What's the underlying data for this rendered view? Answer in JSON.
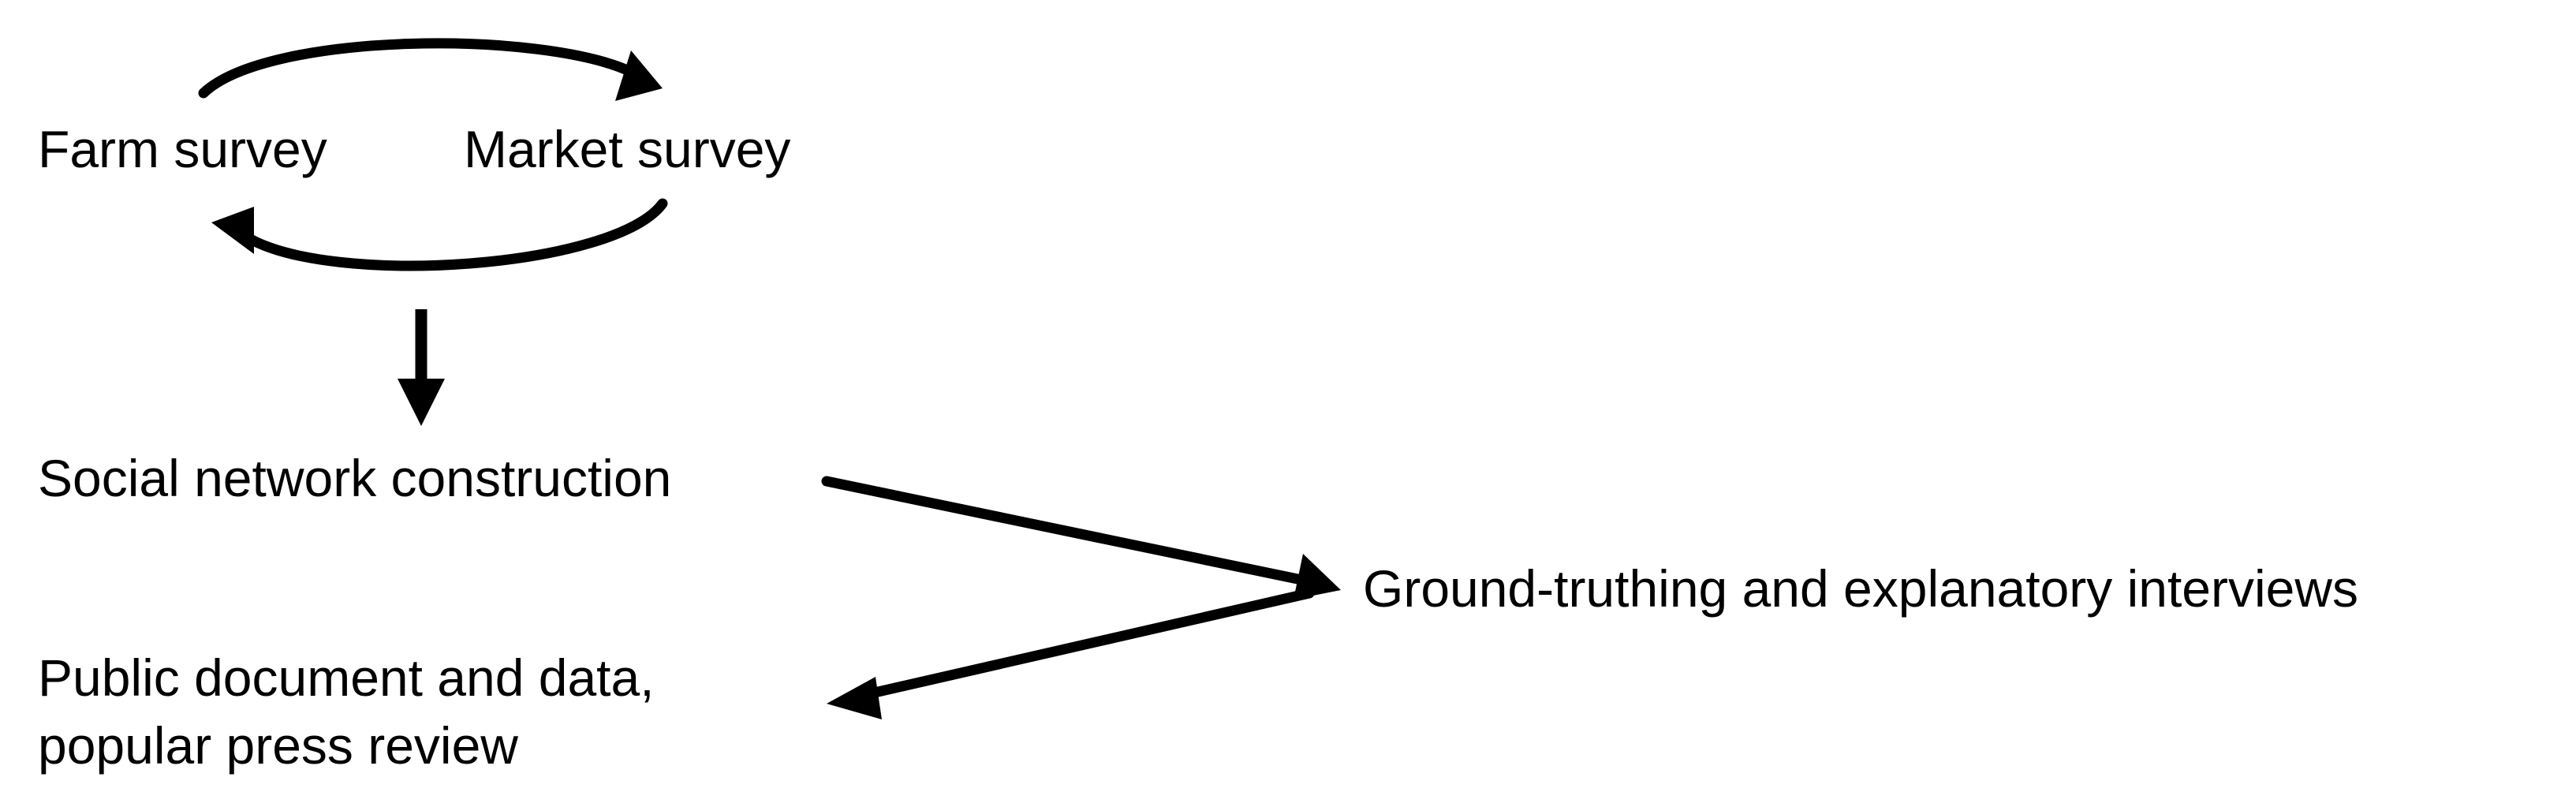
{
  "nodes": {
    "farm_survey": "Farm survey",
    "market_survey": "Market survey",
    "social_network": "Social network construction",
    "ground_truthing": "Ground-truthing and explanatory interviews",
    "public_document": {
      "line1": "Public document and data,",
      "line2": "popular press review"
    }
  },
  "colors": {
    "text": "#000000",
    "arrow": "#000000",
    "background": "#ffffff"
  }
}
